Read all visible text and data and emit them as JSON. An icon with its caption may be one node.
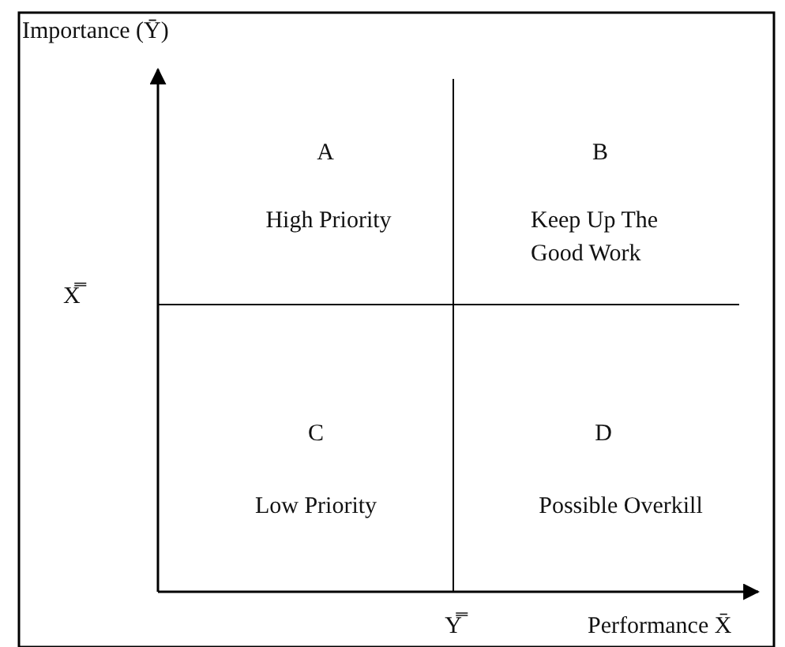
{
  "diagram": {
    "labels": [
      "Importance (Ȳ)",
      "A",
      "B",
      "High Priority",
      "Keep Up The Good Work",
      "X̿",
      "C",
      "D",
      "Low Priority",
      "Possible Overkill",
      "Y̿",
      "Performance X̄"
    ]
  }
}
